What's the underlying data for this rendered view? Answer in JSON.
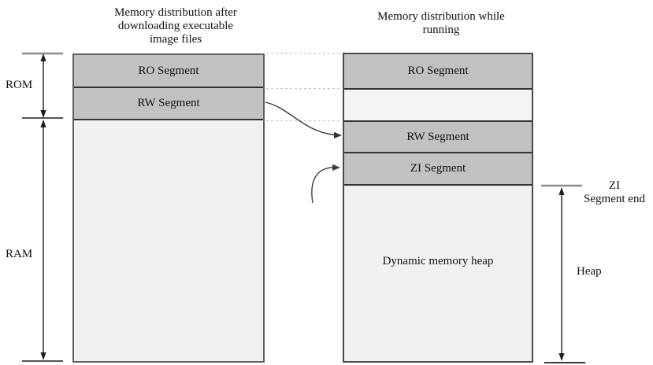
{
  "titles": {
    "left": [
      "Memory distribution after",
      "downloading executable",
      "image files"
    ],
    "right": [
      "Memory distribution while",
      "running"
    ]
  },
  "left_column": {
    "ro_label": "RO Segment",
    "rw_label": "RW Segment"
  },
  "right_column": {
    "ro_label": "RO Segment",
    "rw_label": "RW Segment",
    "zi_label": "ZI Segment",
    "heap_label": "Dynamic memory heap"
  },
  "brackets": {
    "rom_label": "ROM",
    "ram_label": "RAM",
    "heap_label": "Heap",
    "zi_end_lines": [
      "ZI",
      "Segment end"
    ]
  },
  "colors": {
    "segment_fill": "#c2c2c2",
    "column_fill": "#f1f1f1",
    "gap_fill": "#f4f4f4",
    "segment_border": "#333333",
    "dashed_guide": "#c9c9c9",
    "arrow": "#333333"
  }
}
